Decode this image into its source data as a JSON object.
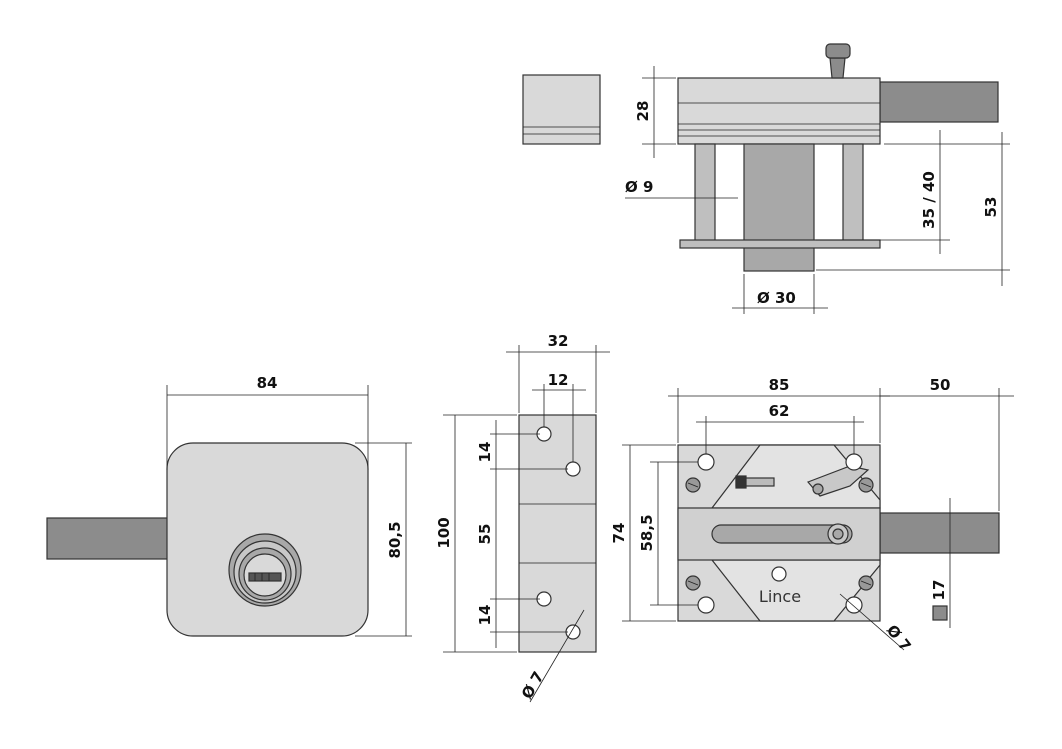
{
  "drawing": {
    "brand_label": "Lince",
    "colors": {
      "body_fill": "#d9d9d9",
      "bolt_fill": "#8c8c8c",
      "outline": "#333333",
      "dim_line": "#222222"
    },
    "dimensions": {
      "top_height": "28",
      "pin_diameter": "Ø 9",
      "depth_range": "35 / 40",
      "total_depth": "53",
      "cylinder_diameter": "Ø 30",
      "front_width": "84",
      "front_height": "80,5",
      "side_width": "32",
      "side_hole_spacing": "12",
      "side_height": "100",
      "side_top_offset": "14",
      "side_middle": "55",
      "side_bottom_offset": "14",
      "side_hole_diameter": "Ø 7",
      "back_width": "85",
      "back_hole_spacing": "62",
      "bolt_throw": "50",
      "back_height": "74",
      "back_hole_vertical": "58,5",
      "bolt_section": "17",
      "back_hole_diameter": "Ø 7"
    }
  }
}
